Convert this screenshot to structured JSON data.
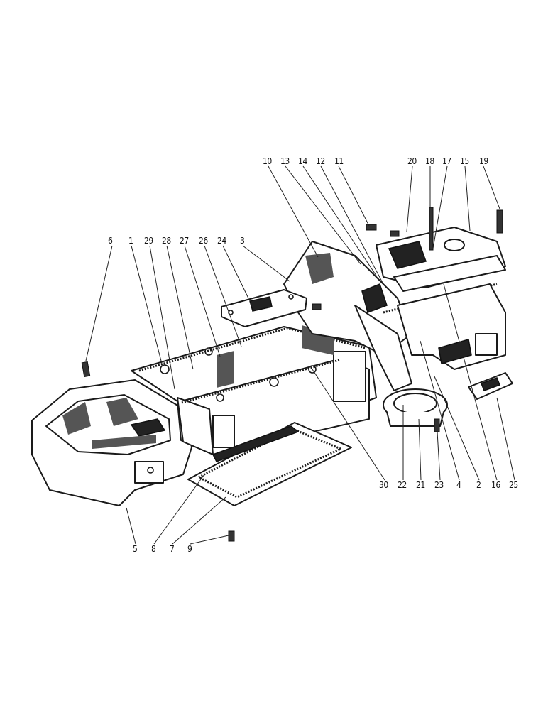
{
  "figure": {
    "callouts": [
      {
        "id": "c1",
        "text": "1"
      },
      {
        "id": "c2",
        "text": "2"
      },
      {
        "id": "c3",
        "text": "3"
      },
      {
        "id": "c4",
        "text": "4"
      },
      {
        "id": "c5",
        "text": "5"
      },
      {
        "id": "c6",
        "text": "6"
      },
      {
        "id": "c7",
        "text": "7"
      },
      {
        "id": "c8",
        "text": "8"
      },
      {
        "id": "c9",
        "text": "9"
      },
      {
        "id": "c10",
        "text": "10"
      },
      {
        "id": "c11",
        "text": "11"
      },
      {
        "id": "c12",
        "text": "12"
      },
      {
        "id": "c13",
        "text": "13"
      },
      {
        "id": "c14",
        "text": "14"
      },
      {
        "id": "c15",
        "text": "15"
      },
      {
        "id": "c16",
        "text": "16"
      },
      {
        "id": "c17",
        "text": "17"
      },
      {
        "id": "c18",
        "text": "18"
      },
      {
        "id": "c19",
        "text": "19"
      },
      {
        "id": "c20",
        "text": "20"
      },
      {
        "id": "c21",
        "text": "21"
      },
      {
        "id": "c22",
        "text": "22"
      },
      {
        "id": "c23",
        "text": "23"
      },
      {
        "id": "c24",
        "text": "24"
      },
      {
        "id": "c25",
        "text": "25"
      },
      {
        "id": "c26",
        "text": "26"
      },
      {
        "id": "c27",
        "text": "27"
      },
      {
        "id": "c28",
        "text": "28"
      },
      {
        "id": "c29",
        "text": "29"
      },
      {
        "id": "c30",
        "text": "30"
      }
    ]
  }
}
